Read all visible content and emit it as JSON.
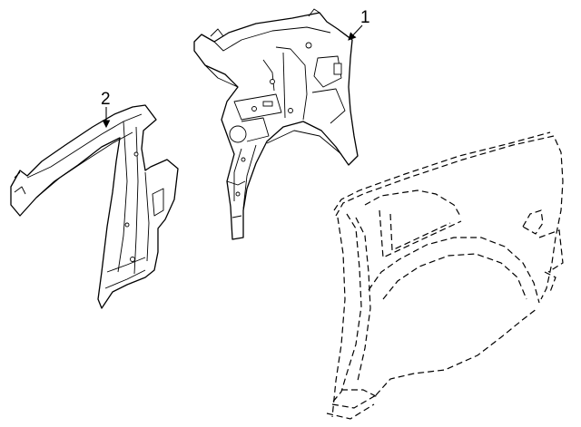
{
  "callouts": [
    {
      "number": "1",
      "part": "quarter-inner-panel"
    },
    {
      "number": "2",
      "part": "lock-pillar"
    }
  ],
  "colors": {
    "line": "#000000",
    "background": "#ffffff"
  }
}
